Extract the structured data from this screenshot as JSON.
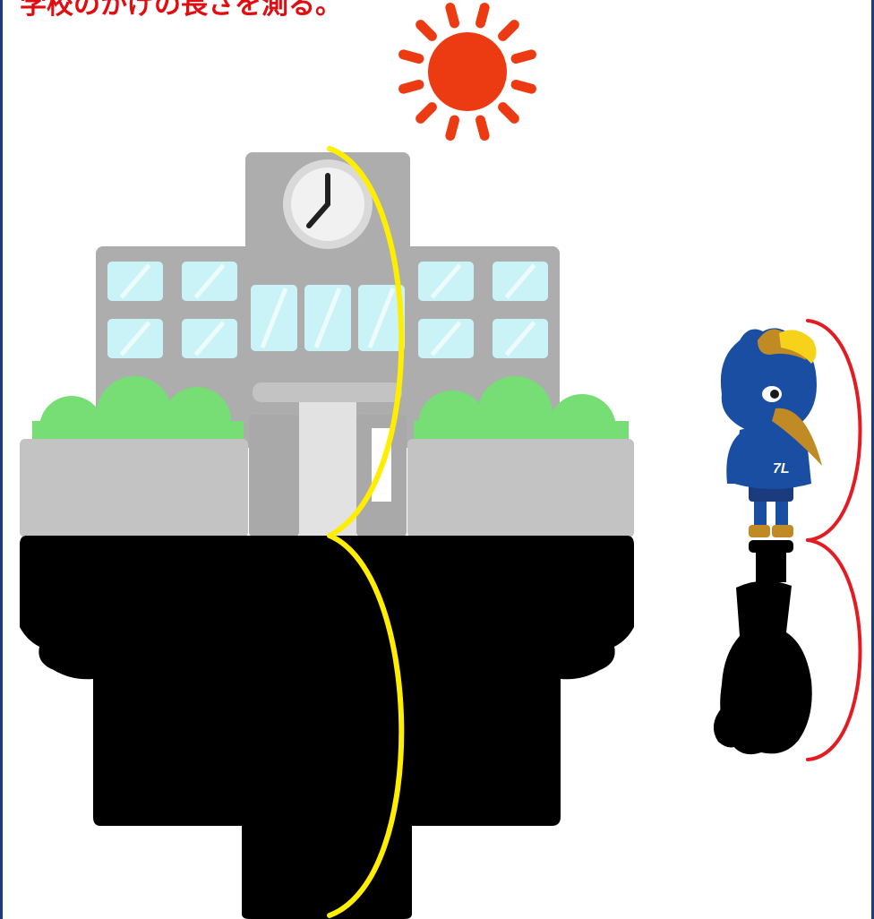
{
  "caption": "学校のかげの長さを測る。",
  "colors": {
    "frame": "#1f3b80",
    "caption": "#e20d10",
    "sun": "#ec3a12",
    "building": "#c3c3c3",
    "building_dark": "#a9a9a9",
    "tower": "#adadad",
    "window": "#c9f3f6",
    "shrub": "#76de74",
    "shadow": "#000000",
    "school_bracket": "#ffee00",
    "person_bracket": "#e31b23",
    "mascot_blue": "#1a4ea3",
    "mascot_gold": "#c08a24",
    "mascot_yellow": "#f7d21a"
  },
  "clock": {
    "hour_hand": "12",
    "minute_hand": "7"
  },
  "icons": {
    "sun": "sun-icon",
    "school": "school-building-icon",
    "clock": "clock-icon",
    "mascot": "bird-mascot-icon"
  },
  "mascot_shirt_text": "7L"
}
